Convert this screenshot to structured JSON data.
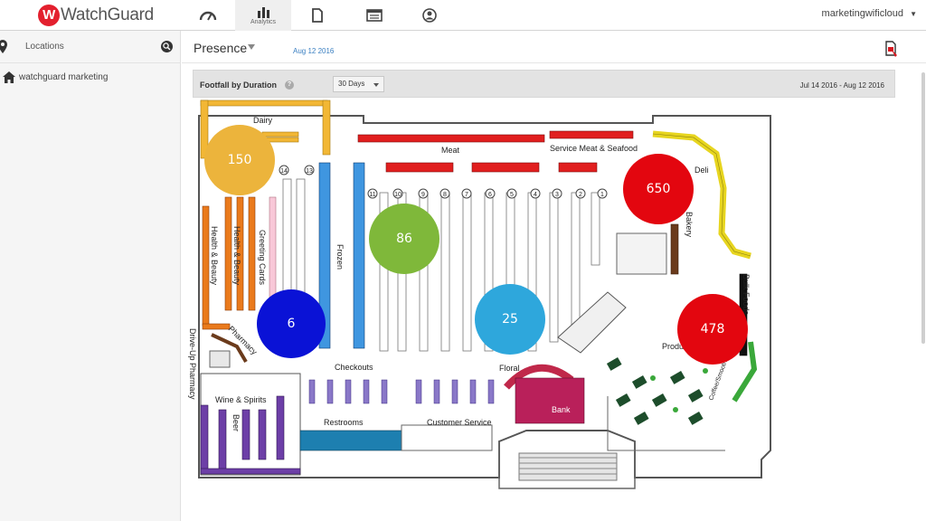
{
  "app": {
    "logo_text": "WatchGuard",
    "nav": [
      {
        "icon": "dashboard-icon",
        "label": ""
      },
      {
        "icon": "analytics-icon",
        "label": "Analytics",
        "active": true
      },
      {
        "icon": "document-icon",
        "label": ""
      },
      {
        "icon": "list-window-icon",
        "label": ""
      },
      {
        "icon": "user-icon",
        "label": ""
      }
    ],
    "user": "marketingwificloud"
  },
  "sidebar": {
    "locations_label": "Locations",
    "tree_item": "watchguard marketing"
  },
  "header": {
    "title": "Presence",
    "date": "Aug 12 2016"
  },
  "panel": {
    "title": "Footfall by Duration",
    "period": "30 Days",
    "range": "Jul 14 2016 - Aug 12 2016"
  },
  "map": {
    "labels": {
      "dairy": "Dairy",
      "meat": "Meat",
      "seafood": "Service Meat & Seafood",
      "deli": "Deli",
      "bakery": "Bakery",
      "bulk": "Bulk Foods",
      "health1": "Health & Beauty",
      "health2": "Health & Beauty",
      "greeting": "Greeting Cards",
      "frozen": "Frozen",
      "pharmacy": "Pharmacy",
      "driveup": "Drive-Up Pharmacy",
      "checkouts": "Checkouts",
      "floral": "Floral",
      "produce": "Produce",
      "wine": "Wine & Spirits",
      "beer": "Beer",
      "restrooms": "Restrooms",
      "customer": "Customer Service",
      "bank": "Bank",
      "coffee": "Coffee/Smoothie Bar"
    },
    "aisles": [
      "14",
      "13",
      "11",
      "10",
      "9",
      "8",
      "7",
      "6",
      "5",
      "4",
      "3",
      "2",
      "1"
    ],
    "zones": [
      {
        "value": "150",
        "color": "#ecb43c"
      },
      {
        "value": "86",
        "color": "#7fb83a"
      },
      {
        "value": "6",
        "color": "#0a12d6"
      },
      {
        "value": "25",
        "color": "#2ea7dc"
      },
      {
        "value": "650",
        "color": "#e3060f"
      },
      {
        "value": "478",
        "color": "#e3060f"
      }
    ]
  }
}
